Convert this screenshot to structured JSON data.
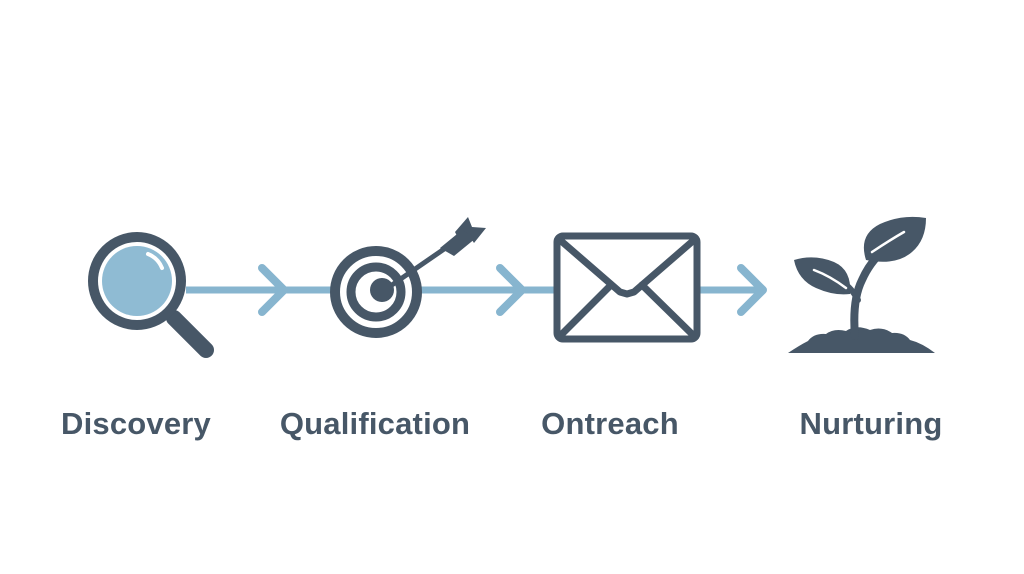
{
  "diagram": {
    "type": "process-flow",
    "direction": "left-to-right",
    "colors": {
      "background": "#ffffff",
      "icon_dark": "#475767",
      "connector_light": "#87b5cf",
      "lens_fill": "#8fbbd3",
      "label_text": "#475767"
    },
    "steps": [
      {
        "label": "Discovery",
        "icon": "magnifying-glass-icon"
      },
      {
        "label": "Qualification",
        "icon": "target-with-arrow-icon"
      },
      {
        "label": "Ontreach",
        "icon": "envelope-icon"
      },
      {
        "label": "Nurturing",
        "icon": "sprout-icon"
      }
    ],
    "connectors": [
      {
        "from": "Discovery",
        "to": "Qualification",
        "style": "arrow"
      },
      {
        "from": "Qualification",
        "to": "Ontreach",
        "style": "arrow"
      },
      {
        "from": "Ontreach",
        "to": "Nurturing",
        "style": "arrow"
      }
    ]
  }
}
